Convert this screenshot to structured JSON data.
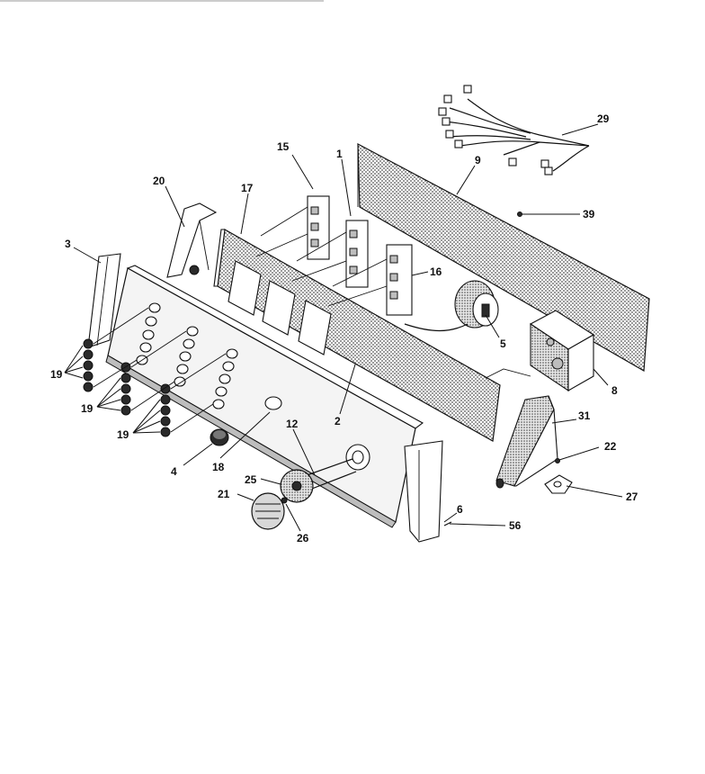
{
  "diagram": {
    "part_labels": {
      "p1": "1",
      "p2": "2",
      "p3": "3",
      "p4": "4",
      "p5": "5",
      "p6": "6",
      "p8": "8",
      "p9": "9",
      "p12": "12",
      "p15": "15",
      "p16": "16",
      "p17": "17",
      "p18": "18",
      "p19a": "19",
      "p19b": "19",
      "p19c": "19",
      "p20": "20",
      "p21": "21",
      "p22": "22",
      "p25": "25",
      "p26": "26",
      "p27": "27",
      "p29": "29",
      "p31": "31",
      "p39": "39",
      "p56": "56"
    }
  }
}
